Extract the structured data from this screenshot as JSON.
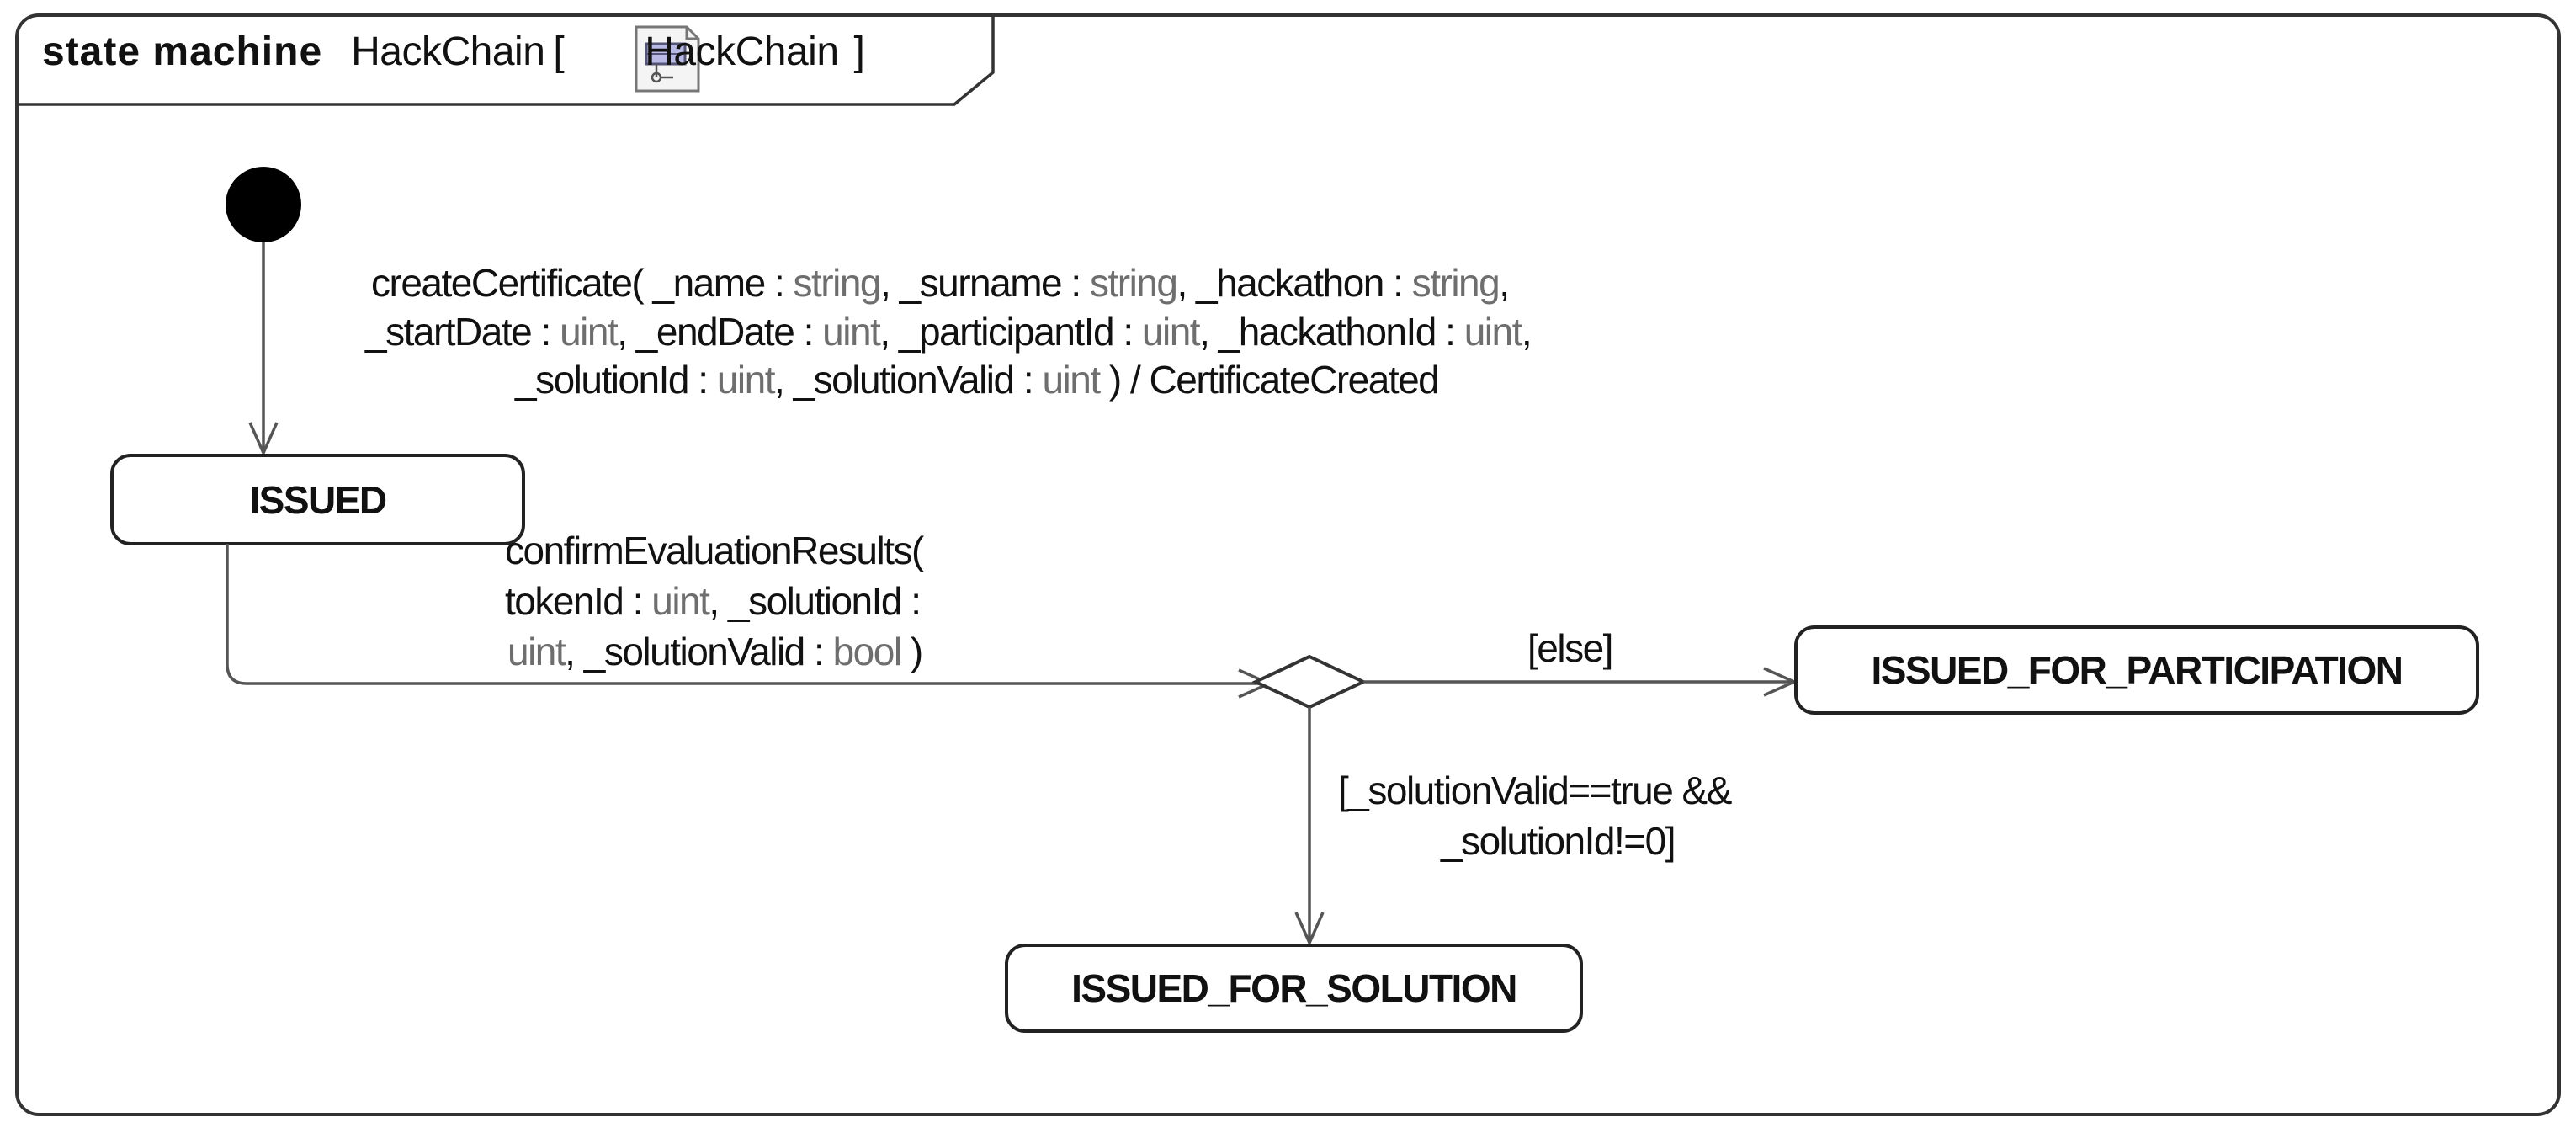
{
  "frame": {
    "keyword": "state machine",
    "name": "HackChain",
    "bracket_open": "[",
    "ref_name": "HackChain",
    "bracket_close": "]",
    "ref_icon": "class-diagram-icon"
  },
  "states": {
    "issued": "ISSUED",
    "participation": "ISSUED_FOR_PARTICIPATION",
    "solution": "ISSUED_FOR_SOLUTION"
  },
  "transitions": {
    "create": {
      "op": "createCertificate(",
      "p_name": "_name",
      "p_surname": "_surname",
      "p_hackathon": "_hackathon",
      "p_startDate": "_startDate",
      "p_endDate": "_endDate",
      "p_participantId": "_participantId",
      "p_hackathonId": "_hackathonId",
      "p_solutionId": "_solutionId",
      "p_solutionValid": "_solutionValid",
      "t_string": "string",
      "t_uint": "uint",
      "effect": ") / CertificateCreated"
    },
    "confirm": {
      "op": "confirmEvaluationResults(",
      "p_tokenId": "tokenId",
      "p_solutionId": "_solutionId",
      "p_solutionValid": "_solutionValid",
      "t_uint": "uint",
      "t_bool": "bool",
      "close": ")"
    },
    "guard_else": "[else]",
    "guard_solution_line1": "[_solutionValid==true &&",
    "guard_solution_line2": "_solutionId!=0]"
  },
  "colors": {
    "line": "#555555",
    "border": "#222222",
    "type_text": "#6e6e6e"
  }
}
